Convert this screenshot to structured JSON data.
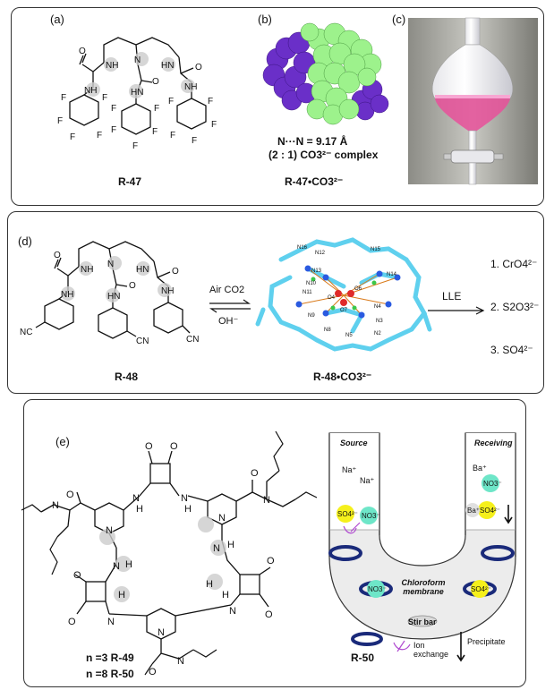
{
  "panel_a": {
    "label": "(a)",
    "compound": "R-47"
  },
  "panel_b": {
    "label": "(b)",
    "distance": "N···N = 9.17 Å",
    "complex": "(2 : 1) CO3²⁻ complex",
    "compound": "R-47•CO3²⁻"
  },
  "panel_c": {
    "label": "(c)"
  },
  "panel_d": {
    "label": "(d)",
    "compound": "R-48",
    "complex": "R-48•CO3²⁻",
    "reagent_top": "Air CO2",
    "reagent_bottom": "OH⁻",
    "process": "LLE",
    "anions": [
      "1. CrO4²⁻",
      "2. S2O3²⁻",
      "3. SO4²⁻"
    ],
    "atom_labels": [
      "N16",
      "N12",
      "N15",
      "N14",
      "N13",
      "N10",
      "N11",
      "O4",
      "O6",
      "N9",
      "O7",
      "N4",
      "N3",
      "N8",
      "N5",
      "N2"
    ]
  },
  "panel_e": {
    "label": "(e)",
    "n_labels": [
      "n =3   R-49",
      "n =8   R-50"
    ],
    "compound": "R-50",
    "scheme": {
      "source": "Source",
      "receiving": "Receiving",
      "na1": "Na⁺",
      "na2": "Na⁺",
      "ba": "Ba⁺",
      "no3_right": "NO3⁻",
      "baso4": "Ba⁺SO4²⁻",
      "so4_left": "SO4²⁻",
      "no3_left": "NO3⁻",
      "membrane": "Chloroform membrane",
      "no3_mid": "NO3⁻",
      "so4_mid": "SO4²⁻",
      "stir": "Stir bar",
      "ion_exchange": "Ion exchange",
      "precipitate": "Precipitate"
    }
  },
  "colors": {
    "purple": "#6a2fc8",
    "green": "#9df28c",
    "pink": "#e8509a",
    "cyan": "#5fd0ee",
    "yellow": "#f5f01c",
    "teal": "#6ee6c8",
    "navy": "#1a2a7a"
  }
}
